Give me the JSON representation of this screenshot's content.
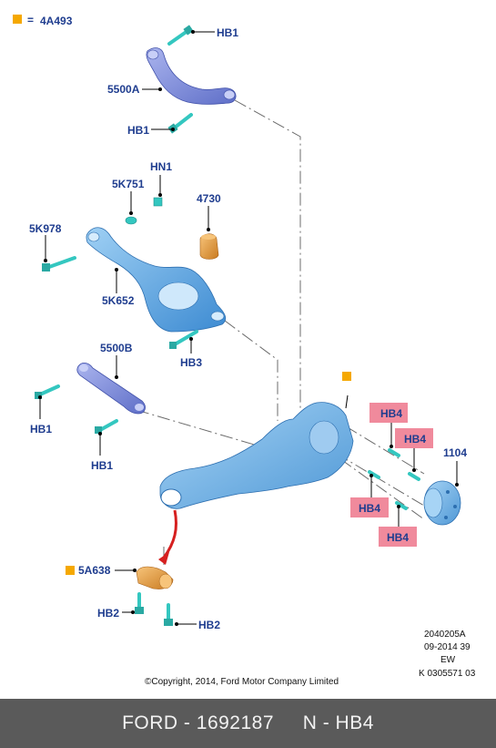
{
  "legend": {
    "symbol_color": "#f5a800",
    "equals": "=",
    "code": "4A493"
  },
  "labels": {
    "hb1_top": "HB1",
    "part_5500a": "5500A",
    "hb1_mid": "HB1",
    "hn1": "HN1",
    "part_5k751": "5K751",
    "part_4730": "4730",
    "part_5k978": "5K978",
    "part_5k652": "5K652",
    "hb3": "HB3",
    "part_5500b": "5500B",
    "hb1_left": "HB1",
    "hb1_lower": "HB1",
    "hb4_a": "HB4",
    "hb4_b": "HB4",
    "hb4_c": "HB4",
    "hb4_d": "HB4",
    "part_1104": "1104",
    "part_5a638": "5A638",
    "hb2_left": "HB2",
    "hb2_right": "HB2"
  },
  "meta_block": {
    "line1": "2040205A",
    "line2": "09-2014 39",
    "line3": "EW",
    "line4": "K 0305571 03"
  },
  "copyright": "©Copyright, 2014, Ford Motor Company Limited",
  "footer": {
    "brand": "FORD",
    "sep": " - ",
    "part_number": "1692187",
    "gap": "     ",
    "note": "N - HB4"
  },
  "colors": {
    "arm_blue": "#7f8fd8",
    "knuckle_blue": "#79b6e6",
    "bolt_teal": "#34c7c0",
    "bushing_orange": "#e8a040",
    "highlight_pink": "#f08a9c",
    "label_blue": "#1f3d8f",
    "arrow_red": "#d62020"
  }
}
